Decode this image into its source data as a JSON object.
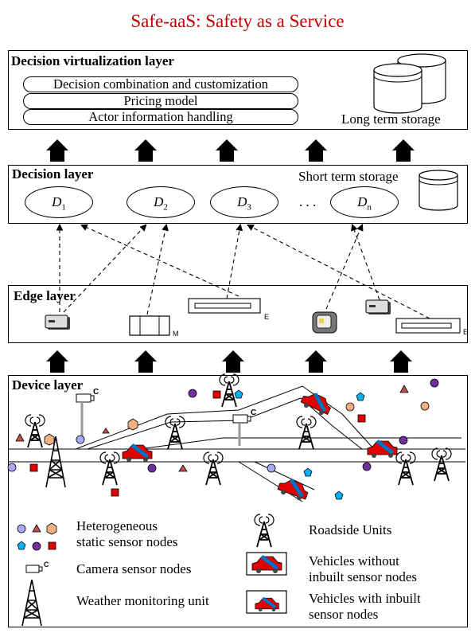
{
  "title": "Safe-aaS: Safety as a Service",
  "layers": {
    "decision_virtualization": {
      "label": "Decision virtualization layer",
      "items": [
        "Decision combination and customization",
        "Pricing model",
        "Actor information handling"
      ],
      "storage_label": "Long term storage"
    },
    "decision": {
      "label": "Decision layer",
      "storage_label": "Short term storage",
      "nodes": [
        {
          "letter": "D",
          "sub": "1"
        },
        {
          "letter": "D",
          "sub": "2"
        },
        {
          "letter": "D",
          "sub": "3"
        },
        {
          "letter": "D",
          "sub": "n"
        }
      ],
      "ellipsis": ". . ."
    },
    "edge": {
      "label": "Edge layer",
      "tag_m": "M",
      "tag_e1": "E",
      "tag_e2": "E"
    },
    "device": {
      "label": "Device layer",
      "camera_tag_1": "C",
      "camera_tag_2": "C"
    }
  },
  "legend": {
    "static_sensors": [
      "Heterogeneous",
      "static sensor nodes"
    ],
    "camera": "Camera sensor nodes",
    "camera_tag": "C",
    "weather": "Weather monitoring unit",
    "rsu": "Roadside Units",
    "vehicles_without": [
      "Vehicles without",
      "inbuilt sensor nodes"
    ],
    "vehicles_with": [
      "Vehicles with inbuilt",
      "sensor nodes"
    ]
  },
  "colors": {
    "title": "#c00000",
    "sensor_purple_light": "#a9a9f5",
    "sensor_orange": "#f4b183",
    "sensor_brown": "#c0504d",
    "sensor_purple": "#7030a0",
    "sensor_cyan": "#00b0f0",
    "sensor_red": "#e00000",
    "vehicle_red": "#e00000",
    "vehicle_blue": "#0070c0"
  }
}
